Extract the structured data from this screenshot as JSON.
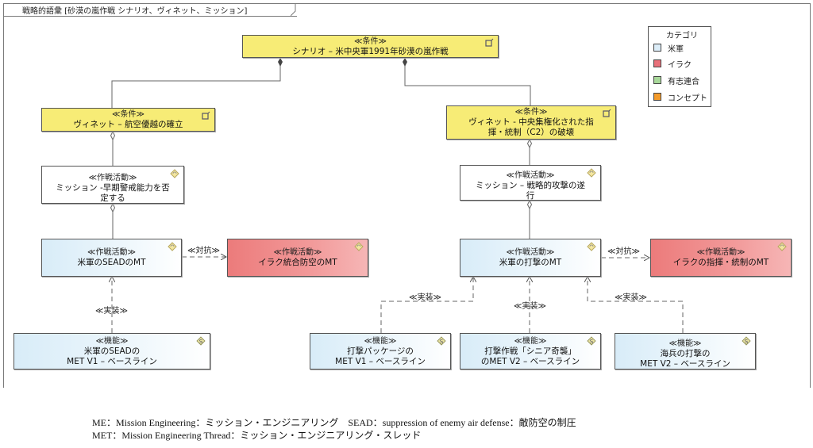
{
  "frame": {
    "title": "戦略的語彙 [砂漠の嵐作戦  シナリオ、ヴィネット、ミッション]"
  },
  "colors": {
    "condition": "#f7ec76",
    "us": "#d8ecf8",
    "iraq": "#ec7b7b",
    "coalition": "#a8d89a",
    "concept": "#f39a2a"
  },
  "legend": {
    "title": "カテゴリ",
    "items": [
      {
        "label": "米軍",
        "color": "#dcedf8"
      },
      {
        "label": "イラク",
        "color": "#e8707a"
      },
      {
        "label": "有志連合",
        "color": "#a8d89a"
      },
      {
        "label": "コンセプト",
        "color": "#f39a2a"
      }
    ]
  },
  "nodes": {
    "scenario": {
      "stereotype": "≪条件≫",
      "name": "シナリオ – 米中央軍1991年砂漠の嵐作戦",
      "icon": "condition-icon"
    },
    "vignette_air": {
      "stereotype": "≪条件≫",
      "name": "ヴィネット – 航空優越の確立",
      "icon": "condition-icon"
    },
    "vignette_c2": {
      "stereotype": "≪条件≫",
      "name": "ヴィネット - 中央集権化された指揮・統制（C2）の破壊",
      "icon": "condition-icon"
    },
    "mission_ew": {
      "stereotype": "≪作戦活動≫",
      "name": "ミッション -早期警戒能力を否定する",
      "icon": "activity-icon"
    },
    "mission_strike": {
      "stereotype": "≪作戦活動≫",
      "name": "ミッション – 戦略的攻撃の遂行",
      "icon": "activity-icon"
    },
    "us_sead_mt": {
      "stereotype": "≪作戦活動≫",
      "name": "米軍のSEADのMT",
      "icon": "activity-icon"
    },
    "iraq_iads_mt": {
      "stereotype": "≪作戦活動≫",
      "name": "イラク統合防空のMT",
      "icon": "activity-icon"
    },
    "us_strike_mt": {
      "stereotype": "≪作戦活動≫",
      "name": "米軍の打撃のMT",
      "icon": "activity-icon"
    },
    "iraq_c2_mt": {
      "stereotype": "≪作戦活動≫",
      "name": "イラクの指揮・統制のMT",
      "icon": "activity-icon"
    },
    "met_sead_v1": {
      "stereotype": "≪機能≫",
      "name": "米軍のSEADの",
      "name2": "MET V1 – ベースライン",
      "icon": "function-icon"
    },
    "met_pkg_v1": {
      "stereotype": "≪機能≫",
      "name": "打撃パッケージの",
      "name2": "MET V1 – ベースライン",
      "icon": "function-icon"
    },
    "met_senior_v2": {
      "stereotype": "≪機能≫",
      "name": "打撃作戦「シニア奇襲」",
      "name2": "のMET V2 – ベースライン",
      "icon": "function-icon"
    },
    "met_marine_v2": {
      "stereotype": "≪機能≫",
      "name": "海兵の打撃の",
      "name2": "MET V2 – ベースライン",
      "icon": "function-icon"
    }
  },
  "connector_labels": {
    "oppose_left": "≪対抗≫",
    "oppose_right": "≪対抗≫",
    "impl_left": "≪実装≫",
    "impl_pkg": "≪実装≫",
    "impl_senior": "≪実装≫",
    "impl_marine": "≪実装≫"
  },
  "footnotes": {
    "line1": "ME：Mission Engineering：ミッション・エンジニアリング　SEAD：suppression of enemy air defense：敵防空の制圧",
    "line2": "MET：Mission Engineering Thread：ミッション・エンジニアリング・スレッド"
  }
}
